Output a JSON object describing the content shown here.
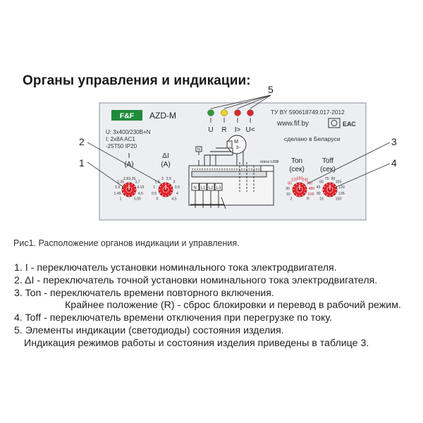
{
  "heading": "Органы управления и индикации:",
  "device": {
    "brand": "F&F",
    "model": "AZD-M",
    "spec_lines": [
      "U: 3x400/230В+N",
      "I: 2x8A AC1",
      "-25T50   IP20"
    ],
    "standard": "ТУ BY 590618749.017-2012",
    "website": "www.fif.by",
    "made_in": "сделано в Беларуси",
    "cert_marks": [
      "ЕАС"
    ],
    "micro_usb_label": "micro USB",
    "motor_label": "M\n3~",
    "neutral_label": "N",
    "terminals": [
      "N",
      "L1",
      "L2",
      "L3"
    ]
  },
  "leds": [
    {
      "label": "U",
      "color": "#2e9a3a"
    },
    {
      "label": "R",
      "color": "#f2d21b"
    },
    {
      "label": "I>",
      "color": "#d8262c"
    },
    {
      "label": "U<",
      "color": "#d8262c"
    }
  ],
  "knobs": [
    {
      "title": "I",
      "unit": "(A)",
      "scale": [
        "1",
        "1,45",
        "1,9",
        "2,35",
        "2,8",
        "3,25",
        "3,7",
        "4,15",
        "4,6",
        "5,05"
      ]
    },
    {
      "title": "ΔI",
      "unit": "(A)",
      "scale": [
        "0",
        "0,5",
        "1",
        "1,5",
        "2",
        "2,5",
        "3",
        "3,5",
        "4",
        "4,5"
      ]
    },
    {
      "title": "Ton",
      "unit": "(сек)",
      "scale": [
        "2",
        "10",
        "30",
        "60",
        "120",
        "180",
        "240",
        "360",
        "480",
        "600",
        "R"
      ]
    },
    {
      "title": "Toff",
      "unit": "(сек)",
      "scale": [
        "15",
        "30",
        "45",
        "60",
        "75",
        "90",
        "105",
        "120",
        "135",
        "150"
      ]
    }
  ],
  "callouts": [
    "1",
    "2",
    "3",
    "4",
    "5"
  ],
  "colors": {
    "knob": "#e3242b",
    "panel_border": "#9aa0a8",
    "panel_fill": "#eceef1",
    "accent_red": "#d0262b"
  },
  "caption": "Рис1.   Расположение органов индикации и управления.",
  "items": [
    "1.  I - переключатель установки номинального тока электродвигателя.",
    "2.  ΔI - переключатель точной установки номинального тока электродвигателя.",
    "3.  Ton - переключатель времени повторного включения.",
    "Крайнее положение (R) - сброс блокировки и перевод в рабочий режим.",
    "4.  Toff - переключатель времени отключения при перегрузке по току.",
    "5.  Элементы индикации (светодиоды) состояния изделия.",
    "Индикация режимов работы и состояния изделия приведены в таблице 3."
  ]
}
